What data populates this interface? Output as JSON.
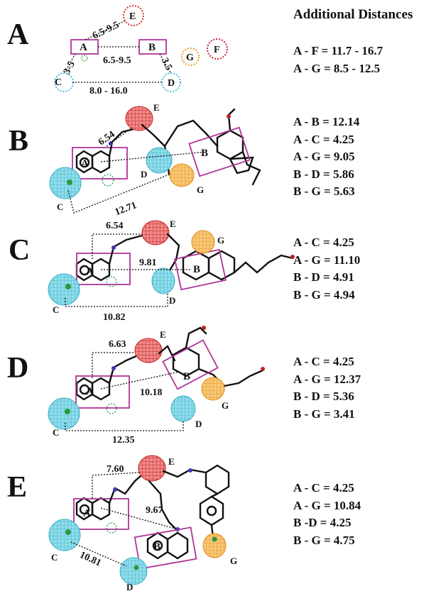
{
  "additional_title": "Additional Distances",
  "panels": [
    {
      "letter": "A",
      "labels": {
        "A": "A",
        "B": "B",
        "C": "C",
        "D": "D",
        "E": "E",
        "F": "F",
        "G": "G"
      },
      "distances": {
        "AE": "6.5-9.5",
        "AB": "6.5-9.5",
        "AC": "3-5",
        "BD": "3.5",
        "CD": "8.0 - 16.0"
      },
      "additional": [
        "A - F = 11.7 - 16.7",
        "A - G = 8.5 - 12.5"
      ]
    },
    {
      "letter": "B",
      "labels": {
        "A": "A",
        "B": "B",
        "C": "C",
        "D": "D",
        "E": "E",
        "G": "G"
      },
      "distances": {
        "AE": "6.54",
        "CB": "12.71"
      },
      "additional": [
        "A - B = 12.14",
        "A - C = 4.25",
        "A - G = 9.05",
        "B - D = 5.86",
        "B - G = 5.63"
      ]
    },
    {
      "letter": "C",
      "labels": {
        "A": "A",
        "B": "B",
        "C": "C",
        "D": "D",
        "E": "E",
        "G": "G"
      },
      "distances": {
        "AE": "6.54",
        "AB": "9.81",
        "CD": "10.82"
      },
      "additional": [
        "A - C = 4.25",
        "A - G = 11.10",
        "B - D = 4.91",
        "B - G = 4.94"
      ]
    },
    {
      "letter": "D",
      "labels": {
        "A": "A",
        "B": "B",
        "C": "C",
        "D": "D",
        "E": "E",
        "G": "G"
      },
      "distances": {
        "AE": "6.63",
        "AB": "10.18",
        "CD": "12.35"
      },
      "additional": [
        "A - C = 4.25",
        "A - G = 12.37",
        "B - D = 5.36",
        "B - G = 3.41"
      ]
    },
    {
      "letter": "E",
      "labels": {
        "A": "A",
        "B": "B",
        "C": "C",
        "D": "D",
        "E": "E",
        "G": "G"
      },
      "distances": {
        "AE": "7.60",
        "AB": "9.67",
        "CD": "10.81"
      },
      "additional": [
        "A - C = 4.25",
        "A - G = 10.84",
        "B -D = 4.25",
        "B - G = 4.75"
      ]
    }
  ],
  "colors": {
    "feature_box": "#b0349a",
    "E_sphere": "#d93030",
    "F_sphere": "#c2203a",
    "G_sphere": "#f2a533",
    "C_D_sphere": "#5ec8dc",
    "nitrogen": "#3a3ab8",
    "oxygen": "#c02020",
    "hbond_atom": "#2a9a3a"
  }
}
